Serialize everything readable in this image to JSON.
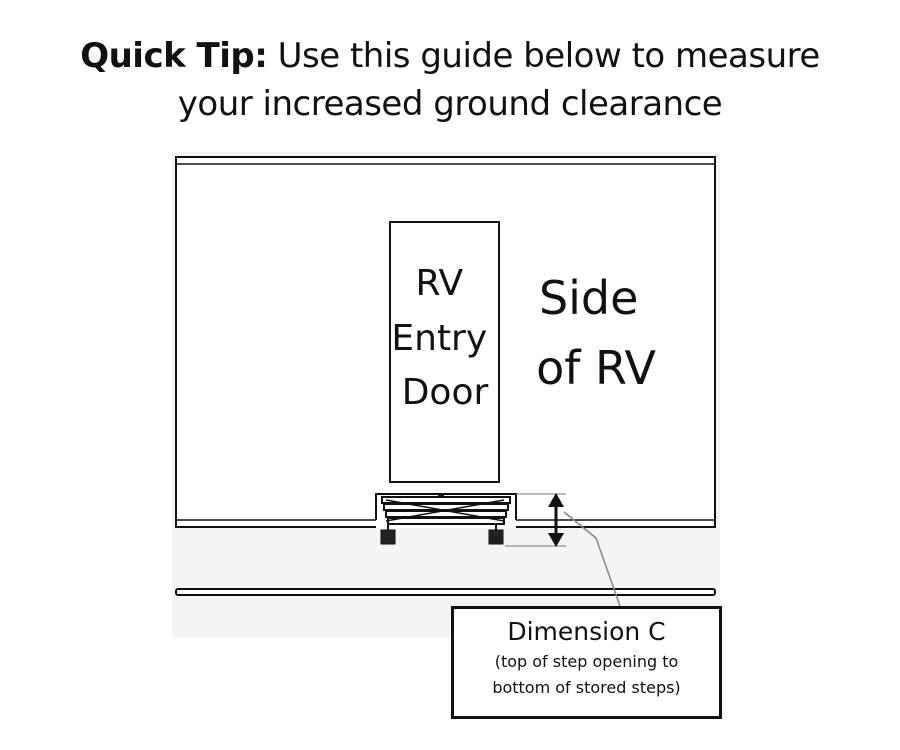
{
  "header": {
    "tip_label": "Quick Tip:",
    "tip_line1": " Use this guide below to measure",
    "tip_line2": "your increased ground clearance"
  },
  "diagram": {
    "door_label_lines": [
      "RV",
      "Entry",
      "Door"
    ],
    "side_label_lines": [
      "Side",
      "of RV"
    ]
  },
  "callout": {
    "heading": "Dimension C",
    "sub_line1": "(top of step opening to",
    "sub_line2": "bottom of stored steps)"
  },
  "colors": {
    "line": "#111111",
    "wall_fill": "#ffffff",
    "panel_fill": "#f1f1f1"
  }
}
